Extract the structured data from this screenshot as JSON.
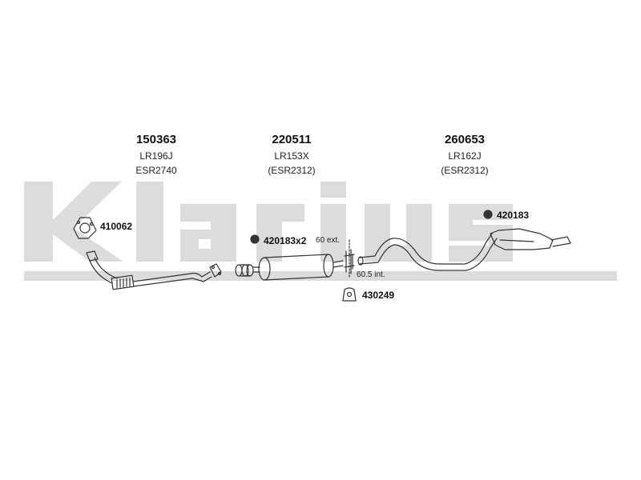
{
  "watermark": {
    "text": "Klarius",
    "color": "#dcdcdc"
  },
  "parts": [
    {
      "part_number": "150363",
      "ref1": "LR196J",
      "ref2": "ESR2740"
    },
    {
      "part_number": "220511",
      "ref1": "LR153X",
      "ref2": "(ESR2312)"
    },
    {
      "part_number": "260653",
      "ref1": "LR162J",
      "ref2": "(ESR2312)"
    }
  ],
  "fittings": {
    "gasket": "410062",
    "clamp_mid": "420183x2",
    "clamp_rear": "420183",
    "mount": "430249"
  },
  "notes": {
    "ext": "60 ext.",
    "int": "60.5 int."
  }
}
